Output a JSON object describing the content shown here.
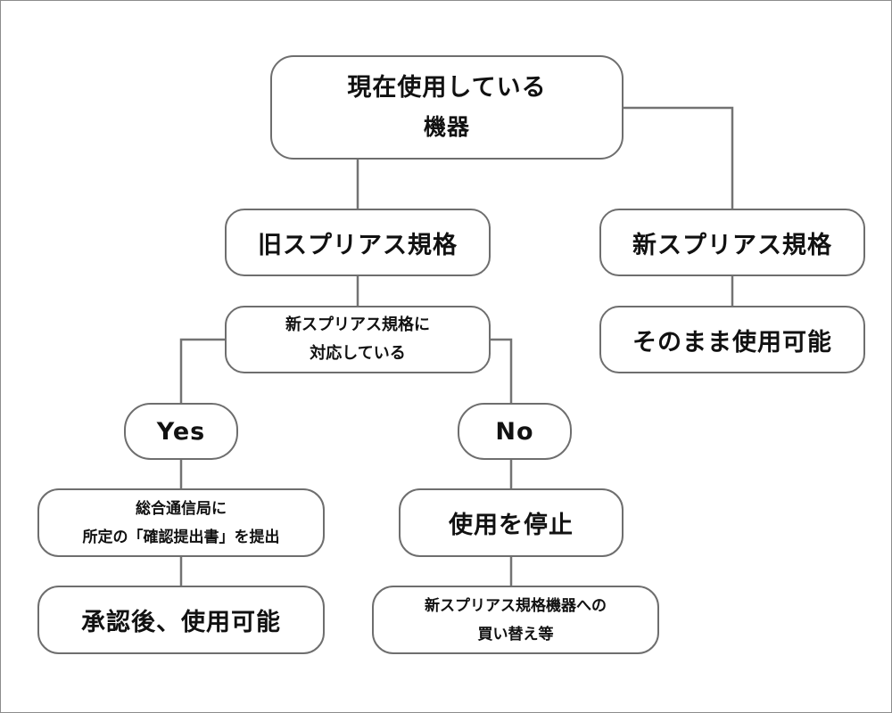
{
  "diagram": {
    "root": {
      "line1": "現在使用している",
      "line2": "機器"
    },
    "old_standard": {
      "label": "旧スプリアス規格"
    },
    "new_standard": {
      "label": "新スプリアス規格"
    },
    "as_is": {
      "label": "そのまま使用可能"
    },
    "compliance_question": {
      "line1": "新スプリアス規格に",
      "line2": "対応している"
    },
    "yes": {
      "label": "Yes"
    },
    "no": {
      "label": "No"
    },
    "submit": {
      "line1": "総合通信局に",
      "line2": "所定の「確認提出書」を提出"
    },
    "approved": {
      "label": "承認後、使用可能"
    },
    "stop": {
      "label": "使用を停止"
    },
    "replace": {
      "line1": "新スプリアス規格機器への",
      "line2": "買い替え等"
    }
  }
}
